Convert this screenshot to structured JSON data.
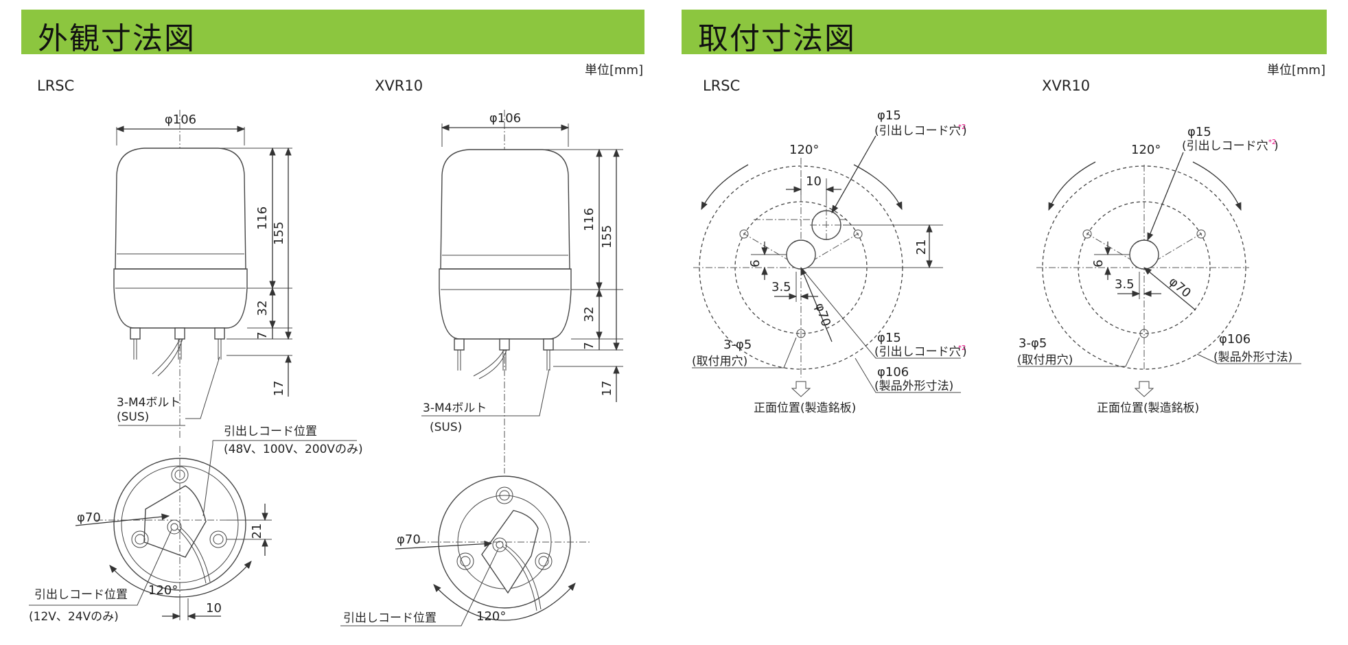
{
  "sections": {
    "left_title": "外観寸法図",
    "right_title": "取付寸法図",
    "unit": "単位[mm]"
  },
  "models": {
    "a": "LRSC",
    "b": "XVR10"
  },
  "dims": {
    "d106": "φ106",
    "d70": "φ70",
    "d15": "φ15",
    "h116": "116",
    "h155": "155",
    "h32": "32",
    "h7": "7",
    "h17": "17",
    "w21": "21",
    "w10": "10",
    "w6": "6",
    "w3_5": "3.5",
    "ang120": "120°",
    "holes": "3-φ5"
  },
  "labels": {
    "bolt": "3-M4ボルト",
    "sus": "(SUS)",
    "cord_pos": "引出しコード位置",
    "cord_pos_a": "(48V、100V、200Vのみ)",
    "cord_pos_b": "(12V、24Vのみ)",
    "cord_hole": "(引出しコード穴",
    "sup2": "*2",
    "mount_hole": "(取付用穴)",
    "outer": "(製品外形寸法)",
    "front": "正面位置(製造銘板)"
  },
  "colors": {
    "banner": "#8cc63f",
    "accent": "#e6007e"
  }
}
